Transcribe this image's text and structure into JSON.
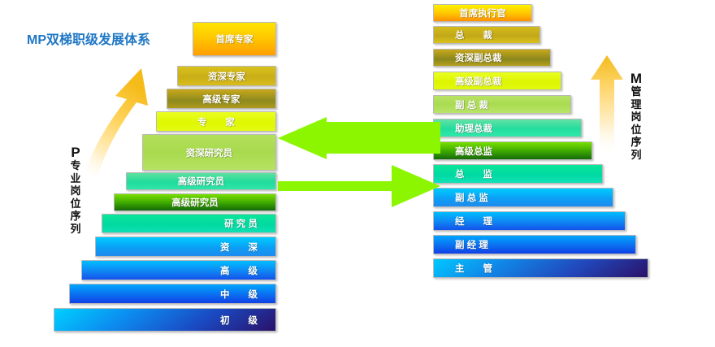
{
  "title": "MP双梯职级发展体系",
  "colors": {
    "title": "#1f77c4",
    "green_arrow": "#8cf600",
    "gold_arrow_top": "#f5c01f",
    "gold_arrow_bottom": "#ffffff"
  },
  "left_series": {
    "code": "P",
    "name_chars": [
      "专",
      "业",
      "岗",
      "位",
      "序",
      "列"
    ],
    "name": "专业岗位序列",
    "levels": [
      {
        "label": "首席专家",
        "rank": 13
      },
      {
        "label": "资深专家",
        "rank": 12
      },
      {
        "label": "高级专家",
        "rank": 11
      },
      {
        "label": "专　　家",
        "rank": 10
      },
      {
        "label": "资深研究员",
        "rank": 9
      },
      {
        "label": "高级研究员",
        "rank": 8
      },
      {
        "label": "高级研究员",
        "rank": 7
      },
      {
        "label": "研 究 员",
        "rank": 6
      },
      {
        "label": "资　　深",
        "rank": 5
      },
      {
        "label": "高　　级",
        "rank": 4
      },
      {
        "label": "中　　级",
        "rank": 3
      },
      {
        "label": "初　　级",
        "rank": 2
      }
    ]
  },
  "right_series": {
    "code": "M",
    "name_chars": [
      "管",
      "理",
      "岗",
      "位",
      "序",
      "列"
    ],
    "name": "管理岗位序列",
    "levels": [
      {
        "label": "首席执行官",
        "rank": 12
      },
      {
        "label": "总　　裁",
        "rank": 11
      },
      {
        "label": "资深副总裁",
        "rank": 10
      },
      {
        "label": "高级副总裁",
        "rank": 9
      },
      {
        "label": "副 总 裁",
        "rank": 8
      },
      {
        "label": "助理总裁",
        "rank": 7
      },
      {
        "label": "高级总监",
        "rank": 6
      },
      {
        "label": "总　　监",
        "rank": 5
      },
      {
        "label": "副 总 监",
        "rank": 4
      },
      {
        "label": "经　　理",
        "rank": 3
      },
      {
        "label": "副 经 理",
        "rank": 2
      },
      {
        "label": "主　　管",
        "rank": 1
      }
    ]
  },
  "arrows": {
    "left_pointing": "green-arrow-left",
    "right_pointing": "green-arrow-right",
    "p_growth": "gold-curved-arrow-up",
    "m_growth": "gold-straight-arrow-up"
  }
}
